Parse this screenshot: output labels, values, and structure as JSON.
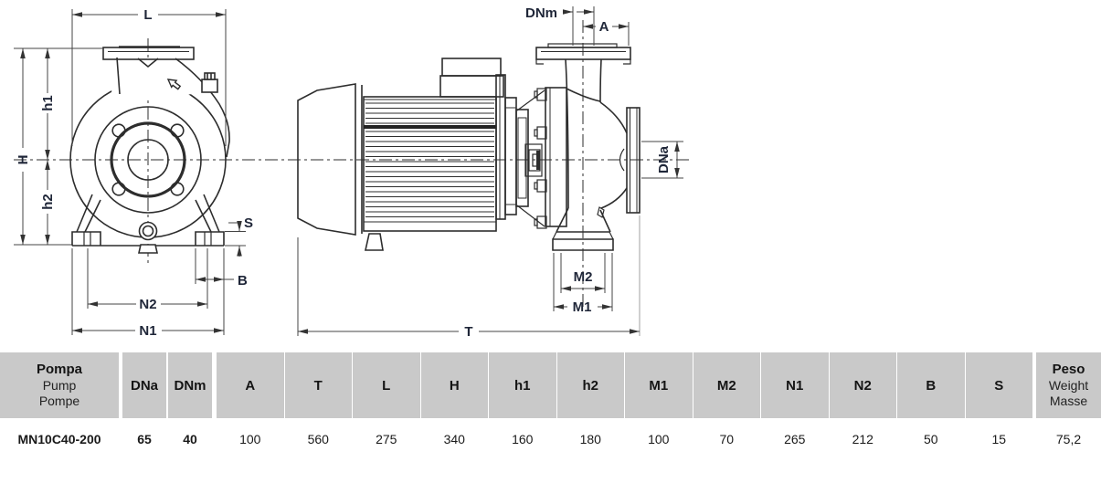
{
  "drawing": {
    "labels": {
      "L": "L",
      "H": "H",
      "h1": "h1",
      "h2": "h2",
      "S": "S",
      "B": "B",
      "N2": "N2",
      "N1": "N1",
      "DNm": "DNm",
      "A": "A",
      "DNa": "DNa",
      "M2": "M2",
      "M1": "M1",
      "T": "T"
    },
    "colors": {
      "line": "#2d2d2d",
      "dim_line": "#444444",
      "label": "#1f2638",
      "gray_ext": "#a0a0a0"
    }
  },
  "table": {
    "pump_header": {
      "primary": "Pompa",
      "secondary": "Pump",
      "tertiary": "Pompe"
    },
    "dna_header": "DNa",
    "dnm_header": "DNm",
    "dim_headers": [
      "A",
      "T",
      "L",
      "H",
      "h1",
      "h2",
      "M1",
      "M2",
      "N1",
      "N2",
      "B",
      "S"
    ],
    "weight_header": {
      "primary": "Peso",
      "secondary": "Weight",
      "tertiary": "Masse"
    },
    "row": {
      "pump": "MN10C40-200",
      "dna": "65",
      "dnm": "40",
      "values": [
        "100",
        "560",
        "275",
        "340",
        "160",
        "180",
        "100",
        "70",
        "265",
        "212",
        "50",
        "15"
      ],
      "weight": "75,2"
    },
    "header_bg": "#c9c9c9"
  }
}
